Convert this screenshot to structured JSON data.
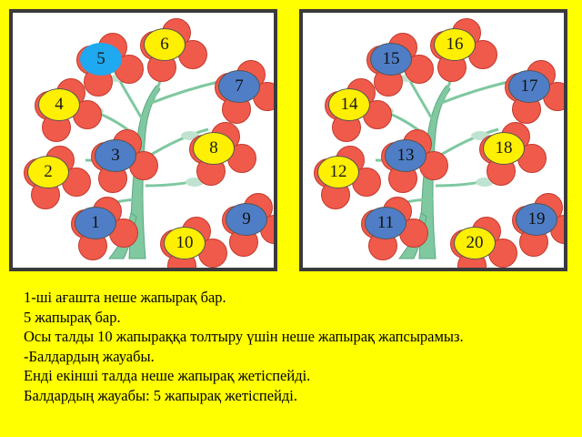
{
  "trees": [
    {
      "flowers": [
        {
          "label": "5",
          "color": "#1ea9f0",
          "style": "cyan"
        },
        {
          "label": "6",
          "color": "#ffef00",
          "style": "yellow"
        },
        {
          "label": "7",
          "color": "#4f7ec6",
          "style": "blue"
        },
        {
          "label": "4",
          "color": "#ffef00",
          "style": "yellow"
        },
        {
          "label": "3",
          "color": "#4f7ec6",
          "style": "blue"
        },
        {
          "label": "8",
          "color": "#ffef00",
          "style": "yellow"
        },
        {
          "label": "2",
          "color": "#ffef00",
          "style": "yellow"
        },
        {
          "label": "1",
          "color": "#4f7ec6",
          "style": "blue"
        },
        {
          "label": "9",
          "color": "#4f7ec6",
          "style": "blue"
        },
        {
          "label": "10",
          "color": "#ffef00",
          "style": "yellow"
        }
      ]
    },
    {
      "flowers": [
        {
          "label": "15",
          "color": "#4f7ec6",
          "style": "blue"
        },
        {
          "label": "16",
          "color": "#ffef00",
          "style": "yellow"
        },
        {
          "label": "17",
          "color": "#4f7ec6",
          "style": "blue"
        },
        {
          "label": "14",
          "color": "#ffef00",
          "style": "yellow"
        },
        {
          "label": "13",
          "color": "#4f7ec6",
          "style": "blue"
        },
        {
          "label": "18",
          "color": "#ffef00",
          "style": "yellow"
        },
        {
          "label": "12",
          "color": "#ffef00",
          "style": "yellow"
        },
        {
          "label": "11",
          "color": "#4f7ec6",
          "style": "blue"
        },
        {
          "label": "19",
          "color": "#4f7ec6",
          "style": "blue"
        },
        {
          "label": "20",
          "color": "#ffef00",
          "style": "yellow"
        }
      ]
    }
  ],
  "text": {
    "line1": "1-ші ағашта неше жапырақ бар.",
    "line2": "5 жапырақ бар.",
    "line3": "Осы талды 10 жапыраққа толтыру үшін неше жапырақ жапсырамыз.",
    "line4": "-Балдардың жауабы.",
    "line5": "Енді екінші талда неше жапырақ жетіспейді.",
    "line6": "Балдардың жауабы:   5 жапырақ жетіспейді."
  },
  "colors": {
    "background": "#ffff00",
    "tree_green": "#7fc8a0",
    "petal_red": "#f05a4a"
  }
}
